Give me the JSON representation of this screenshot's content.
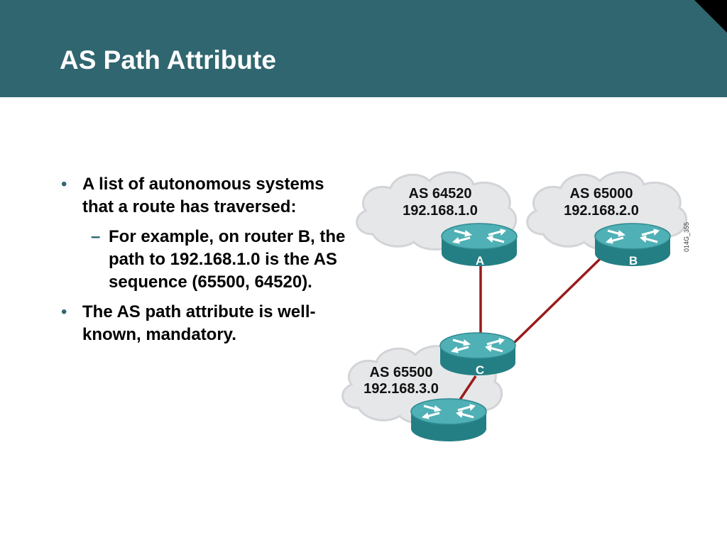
{
  "slide": {
    "title": "AS Path Attribute",
    "colors": {
      "header": "#30666f",
      "router_body": "#2e8a8e",
      "router_top": "#4fb0b5",
      "link": "#9a1b1b",
      "cloud": "#e6e7e9"
    },
    "bullets": [
      {
        "mark": "•",
        "text": "A list of autonomous systems that a route has traversed:",
        "sub": {
          "mark": "–",
          "text": "For example, on router B, the path to 192.168.1.0 is the AS sequence (65500, 64520)."
        }
      },
      {
        "mark": "•",
        "text": "The AS path attribute is well-known, mandatory."
      }
    ],
    "diagram": {
      "figure_id": "014G_355",
      "clouds": [
        {
          "as": "AS 64520",
          "network": "192.168.1.0"
        },
        {
          "as": "AS 65000",
          "network": "192.168.2.0"
        },
        {
          "as": "AS 65500",
          "network": "192.168.3.0"
        }
      ],
      "routers": [
        {
          "label": "A",
          "icon": "router-icon"
        },
        {
          "label": "B",
          "icon": "router-icon"
        },
        {
          "label": "C",
          "icon": "router-icon"
        },
        {
          "label": "",
          "icon": "router-icon"
        }
      ]
    }
  }
}
